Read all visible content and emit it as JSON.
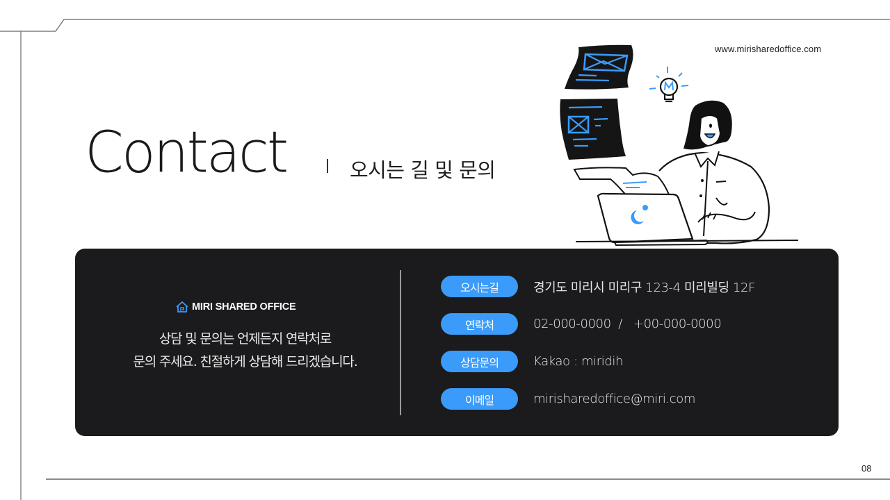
{
  "header": {
    "website": "www.mirisharedoffice.com"
  },
  "title": {
    "main": "Contact",
    "sub": "오시는 길 및 문의"
  },
  "card": {
    "brand": {
      "icon": "house-icon",
      "name": "MIRI SHARED OFFICE"
    },
    "description": {
      "line1": "상담 및 문의는 언제든지 연락처로",
      "line2": "문의 주세요. 친절하게 상담해 드리겠습니다."
    },
    "info": [
      {
        "label": "오시는길",
        "value": "경기도 미리시 미리구 123-4 미리빌딩 12F"
      },
      {
        "label": "연락처",
        "value": "02-000-0000  /   +00-000-0000"
      },
      {
        "label": "상담문의",
        "value": "Kakao : miridih"
      },
      {
        "label": "이메일",
        "value": "mirisharedoffice@miri.com"
      }
    ]
  },
  "footer": {
    "page_number": "08"
  },
  "colors": {
    "accent": "#3a9bfa",
    "card_bg": "#1b1b1d",
    "text_dark": "#1a1a1a",
    "line": "#555555"
  },
  "illustration": {
    "description": "woman-at-laptop-with-floating-emails-and-lightbulb",
    "icons": [
      "email-document-icon",
      "email-document-icon",
      "lightbulb-icon",
      "laptop-icon",
      "person-icon"
    ]
  }
}
